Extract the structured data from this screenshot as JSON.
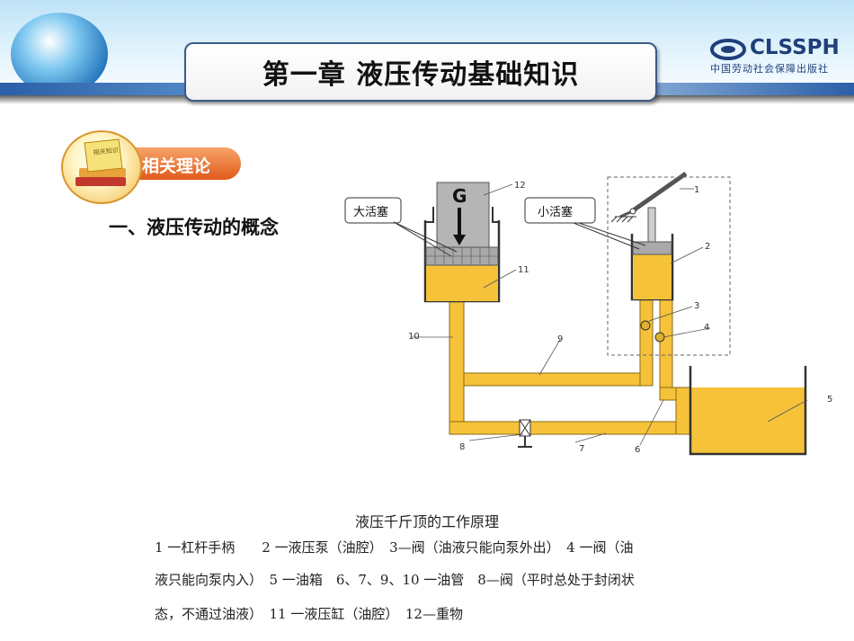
{
  "header": {
    "title": "第一章  液压传动基础知识",
    "logo_text": "CLSSPH",
    "logo_subtitle": "中国劳动社会保障出版社"
  },
  "badge": {
    "label": "相关理论",
    "book_text": "相关知识"
  },
  "section_heading": "一、液压传动的概念",
  "diagram": {
    "callouts": {
      "large_piston": "大活塞",
      "small_piston": "小活塞",
      "weight": "G"
    },
    "numbers": [
      "12",
      "11",
      "10",
      "9",
      "8",
      "7",
      "6",
      "5",
      "4",
      "3",
      "2",
      "1"
    ]
  },
  "caption": "液压千斤顶的工作原理",
  "legend": [
    "1 一杠杆手柄　　2 一液压泵（油腔）　3—阀（油液只能向泵外出）　4 一阀（油",
    "液只能向泵内入）　5 一油箱　6、7、9、10 一油管　8—阀（平时总处于封闭状",
    "态，不通过油液）　11 一液压缸（油腔）　12—重物"
  ],
  "colors": {
    "oil": "#f5c23a",
    "title_border": "#3b5a88",
    "badge_orange": "#e05a1a"
  }
}
